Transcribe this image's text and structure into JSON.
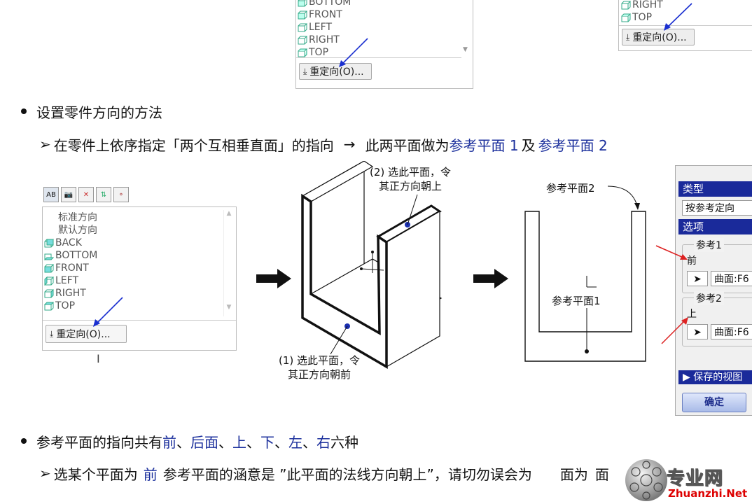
{
  "top_left_window": {
    "views": [
      "BOTTOM",
      "FRONT",
      "LEFT",
      "RIGHT",
      "TOP"
    ],
    "reorient_button": "重定向(O)..."
  },
  "top_right_window": {
    "views": [
      "RIGHT",
      "TOP"
    ],
    "reorient_button": "重定向(O)..."
  },
  "bullet1": "设置零件方向的方法",
  "sub1": {
    "arrow": "➢",
    "part_a": "在零件上依序指定「两个互相垂直面」的指向",
    "right_arrow": "→",
    "part_b": "此两平面做为",
    "ref1": "参考平面 1",
    "and": "及",
    "ref2": "参考平面 2"
  },
  "orient_window": {
    "toolbar_icons": [
      "text-label-icon",
      "camera-icon",
      "axes-icon",
      "sort-icon",
      "graph-icon"
    ],
    "items_text": [
      "标准方向",
      "默认方向"
    ],
    "views": [
      "BACK",
      "BOTTOM",
      "FRONT",
      "LEFT",
      "RIGHT",
      "TOP"
    ],
    "reorient_button": "重定向(O)..."
  },
  "diagram": {
    "label_top": [
      "(2) 选此平面，令",
      "其正方向朝上"
    ],
    "label_bottom": [
      "(1) 选此平面，令",
      "其正方向朝前"
    ],
    "ref2_label": "参考平面2",
    "ref1_label": "参考平面1"
  },
  "dialog": {
    "type_header": "类型",
    "type_value": "按参考定向",
    "options_header": "选项",
    "ref1_legend": "参考1",
    "ref1_value": "前",
    "ref1_field": "曲面:F6",
    "ref2_legend": "参考2",
    "ref2_value": "上",
    "ref2_field": "曲面:F6",
    "saved_views": "保存的视图",
    "ok_button": "确定"
  },
  "bullet2": {
    "prefix": "参考平面的指向共有",
    "d1": "前",
    "d2": "后面",
    "d3": "上",
    "d4": "下",
    "d5": "左",
    "d6": "右",
    "sep": "、",
    "suffix": "六种"
  },
  "sub2": {
    "arrow": "➢",
    "a": "选某个平面为",
    "front": "前",
    "b": "参考平面的涵意是 ”此平面的法线方向朝上”，请切勿误会为",
    "c": "面为",
    "d": "面"
  },
  "watermark": {
    "cn": "专业网",
    "en": "Zhuanzhi.Net"
  }
}
